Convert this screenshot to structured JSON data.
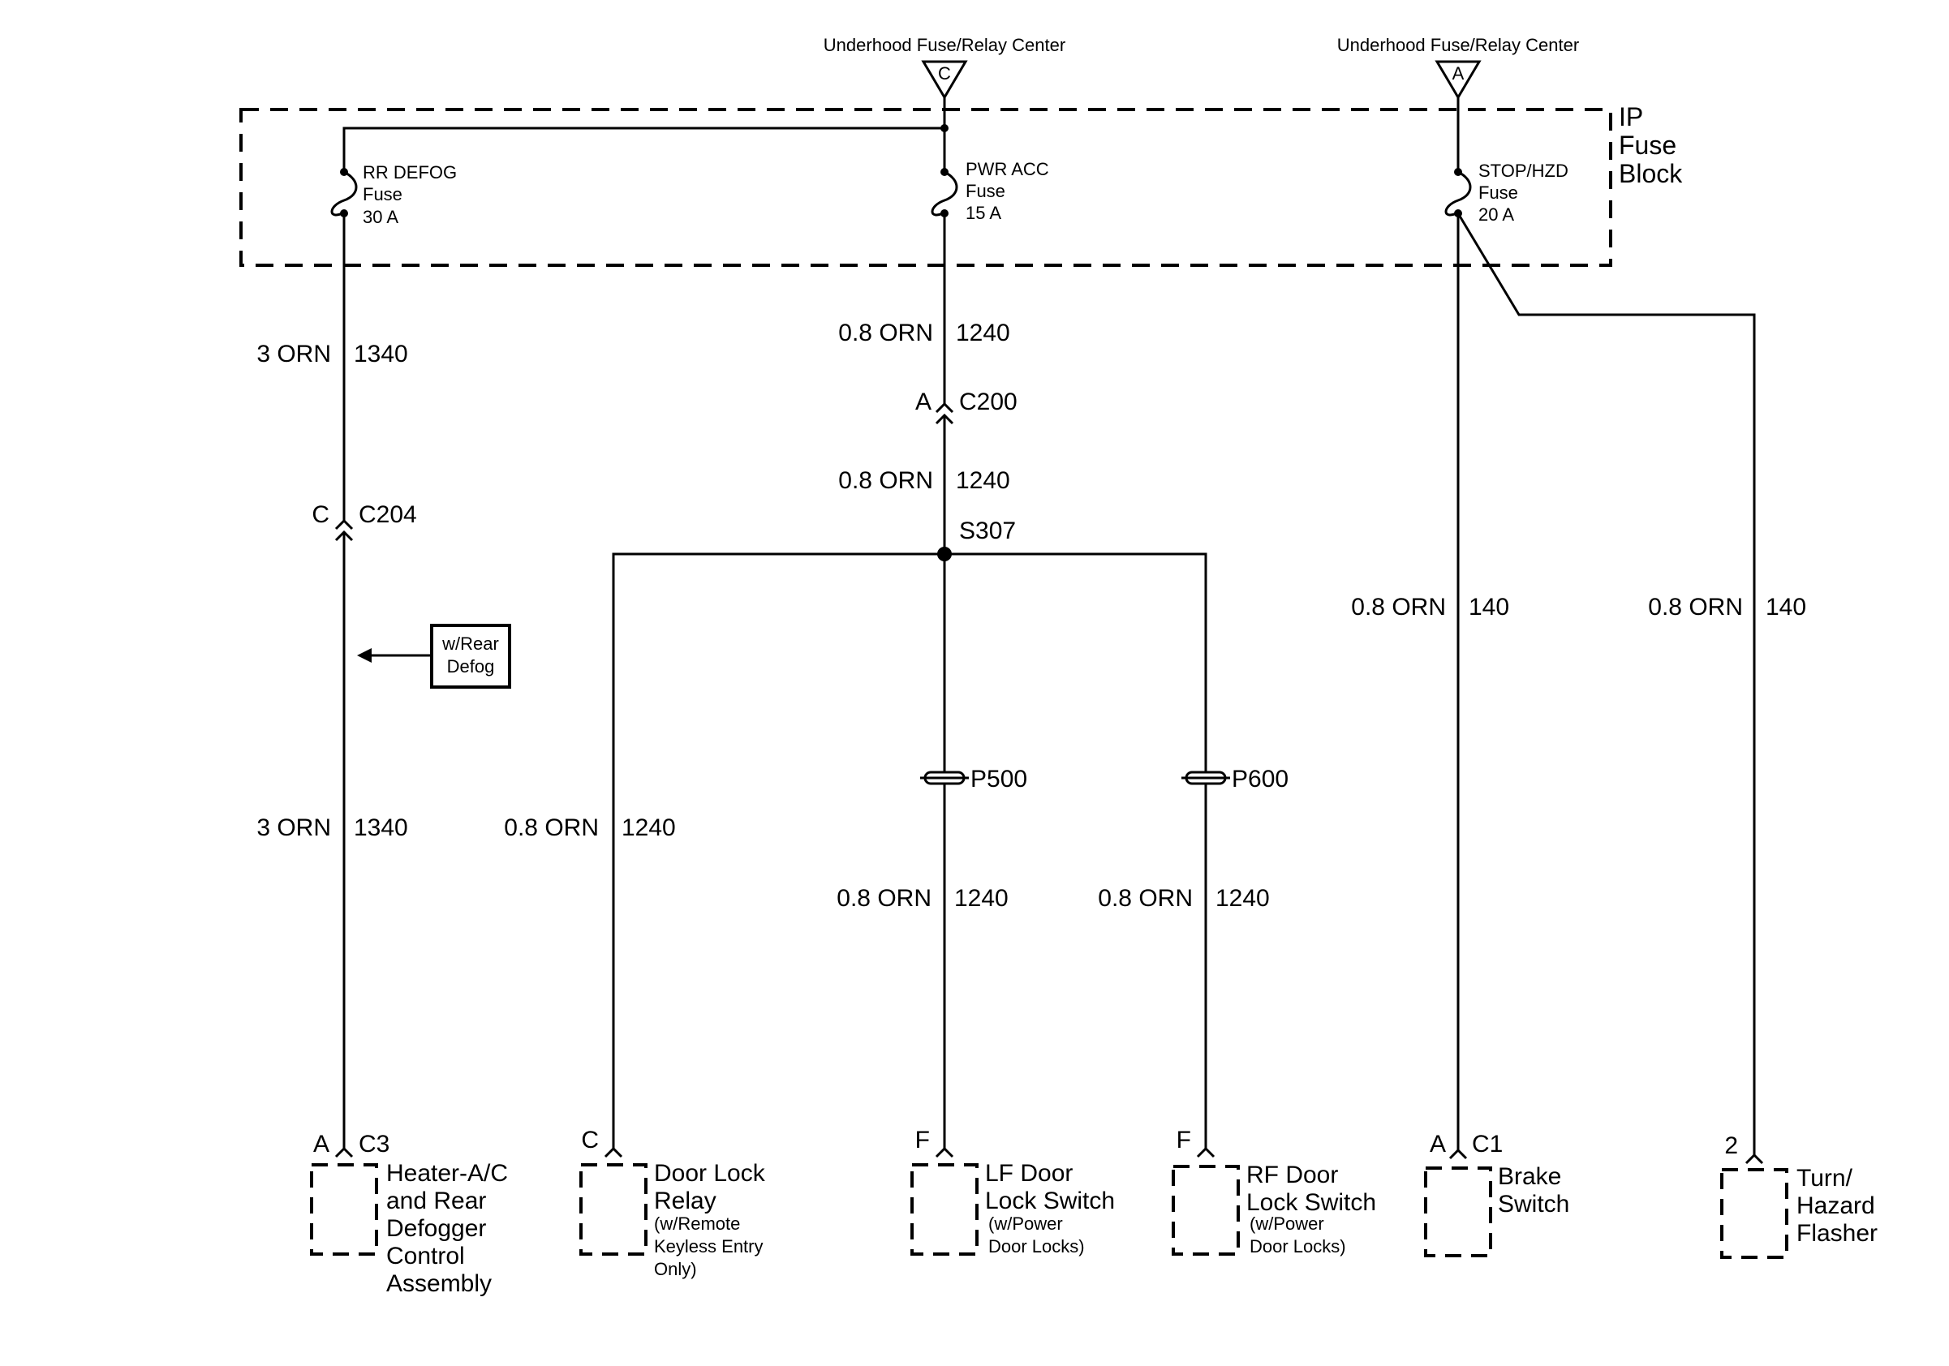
{
  "sources": {
    "left": {
      "title": "Underhood Fuse/Relay Center",
      "pin": "C"
    },
    "right": {
      "title": "Underhood Fuse/Relay Center",
      "pin": "A"
    }
  },
  "fuse_block": {
    "line1": "IP",
    "line2": "Fuse",
    "line3": "Block"
  },
  "fuses": [
    {
      "name": "RR DEFOG",
      "type": "Fuse",
      "rating": "30 A"
    },
    {
      "name": "PWR ACC",
      "type": "Fuse",
      "rating": "15 A"
    },
    {
      "name": "STOP/HZD",
      "type": "Fuse",
      "rating": "20 A"
    }
  ],
  "wires": [
    {
      "size_color": "3 ORN",
      "circuit": "1340"
    },
    {
      "size_color": "0.8 ORN",
      "circuit": "1240"
    },
    {
      "size_color": "0.8 ORN",
      "circuit": "1240"
    },
    {
      "size_color": "3 ORN",
      "circuit": "1340"
    },
    {
      "size_color": "0.8 ORN",
      "circuit": "1240"
    },
    {
      "size_color": "0.8 ORN",
      "circuit": "1240"
    },
    {
      "size_color": "0.8 ORN",
      "circuit": "1240"
    },
    {
      "size_color": "0.8 ORN",
      "circuit": "140"
    },
    {
      "size_color": "0.8 ORN",
      "circuit": "140"
    }
  ],
  "connectors": {
    "c200": {
      "pin": "A",
      "name": "C200"
    },
    "c204": {
      "pin": "C",
      "name": "C204"
    }
  },
  "splice": "S307",
  "passthroughs": [
    "P500",
    "P600"
  ],
  "option_note": {
    "line1": "w/Rear",
    "line2": "Defog"
  },
  "components": [
    {
      "pin": "A",
      "connector": "C3",
      "lines": [
        "Heater-A/C",
        "and Rear",
        "Defogger",
        "Control",
        "Assembly"
      ],
      "notes": []
    },
    {
      "pin": "C",
      "connector": "",
      "lines": [
        "Door Lock",
        "Relay"
      ],
      "notes": [
        "(w/Remote",
        "Keyless Entry",
        "Only)"
      ]
    },
    {
      "pin": "F",
      "connector": "",
      "lines": [
        "LF Door",
        "Lock Switch"
      ],
      "notes": [
        "(w/Power",
        "Door Locks)"
      ]
    },
    {
      "pin": "F",
      "connector": "",
      "lines": [
        "RF Door",
        "Lock Switch"
      ],
      "notes": [
        "(w/Power",
        "Door Locks)"
      ]
    },
    {
      "pin": "A",
      "connector": "C1",
      "lines": [
        "Brake",
        "Switch"
      ],
      "notes": []
    },
    {
      "pin": "2",
      "connector": "",
      "lines": [
        "Turn/",
        "Hazard",
        "Flasher"
      ],
      "notes": []
    }
  ]
}
